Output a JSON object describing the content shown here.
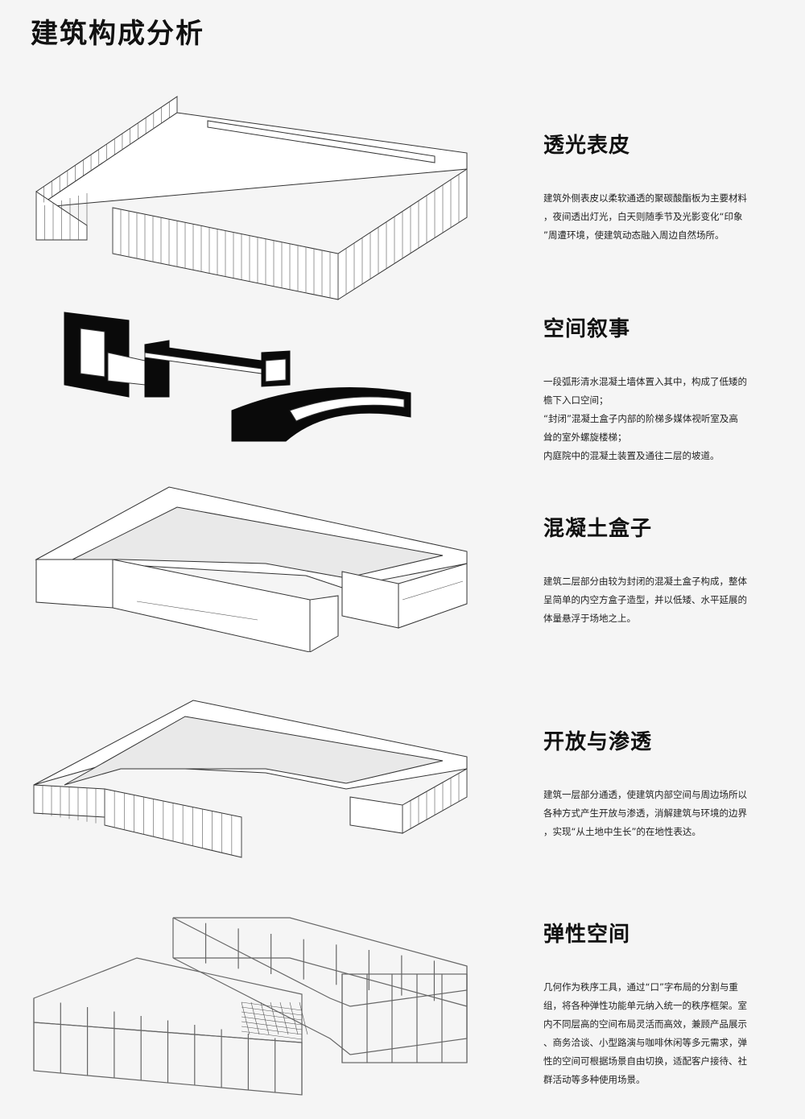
{
  "title": "建筑构成分析",
  "sections": [
    {
      "heading": "透光表皮",
      "lines": [
        "建筑外侧表皮以柔软通透的聚碳酸酯板为主要材料",
        "，夜间透出灯光，白天则随季节及光影变化“印象",
        "”周遭环境，使建筑动态融入周边自然场所。"
      ]
    },
    {
      "heading": "空间叙事",
      "lines": [
        "一段弧形清水混凝土墙体置入其中，构成了低矮的",
        "檐下入口空间；",
        "“封闭”混凝土盒子内部的阶梯多媒体视听室及高",
        "耸的室外螺旋楼梯；",
        "内庭院中的混凝土装置及通往二层的坡道。"
      ]
    },
    {
      "heading": "混凝土盒子",
      "lines": [
        "建筑二层部分由较为封闭的混凝土盒子构成，整体",
        "呈简单的内空方盒子造型，并以低矮、水平延展的",
        "体量悬浮于场地之上。"
      ]
    },
    {
      "heading": "开放与渗透",
      "lines": [
        "建筑一层部分通透，使建筑内部空间与周边场所以",
        "各种方式产生开放与渗透，消解建筑与环境的边界",
        "，实现“从土地中生长”的在地性表达。"
      ]
    },
    {
      "heading": "弹性空间",
      "lines": [
        "几何作为秩序工具，通过“口”字布局的分割与重",
        "组，将各种弹性功能单元纳入统一的秩序框架。室",
        "内不同层高的空间布局灵活而高效，兼顾产品展示",
        "、商务洽谈、小型路演与咖啡休闲等多元需求，弹",
        "性的空间可根据场景自由切换，适配客户接待、社",
        "群活动等多种使用场景。"
      ]
    }
  ]
}
